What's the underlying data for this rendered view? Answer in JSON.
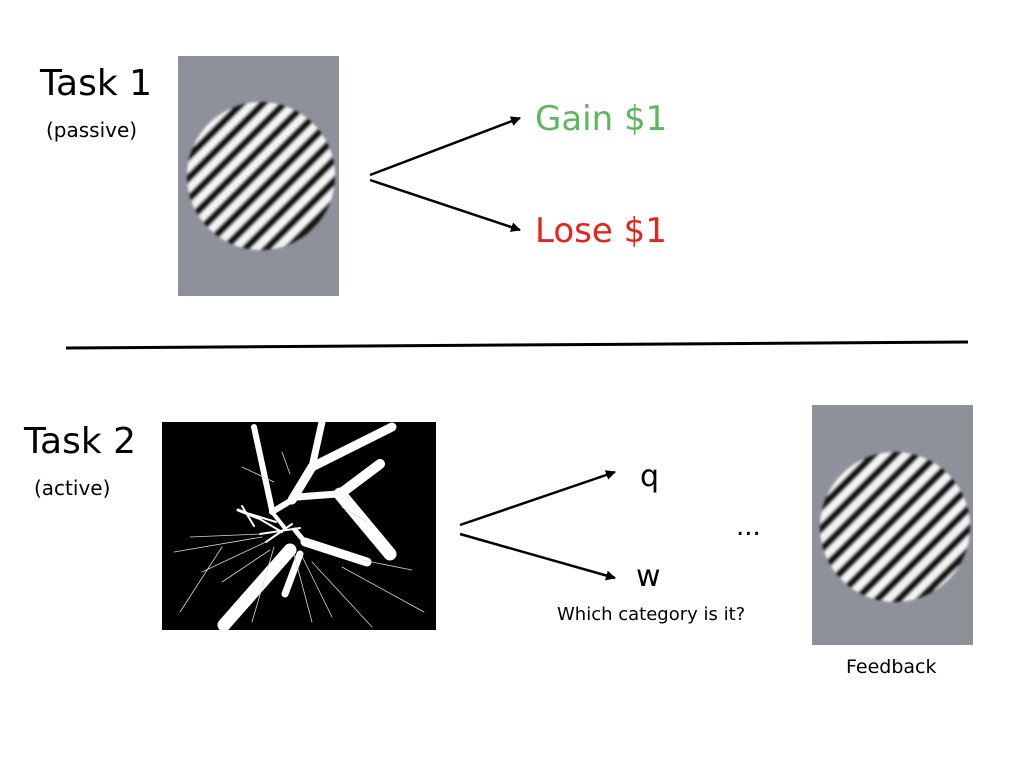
{
  "task1": {
    "title": "Task 1",
    "subtitle": "(passive)",
    "outcomes": {
      "gain": "Gain $1",
      "lose": "Lose $1"
    }
  },
  "task2": {
    "title": "Task 2",
    "subtitle": "(active)",
    "responses": {
      "q": "q",
      "w": "w"
    },
    "ellipsis": "...",
    "question": "Which category is it?",
    "feedback_label": "Feedback"
  },
  "colors": {
    "gain": "#5cb85c",
    "lose": "#e8231b",
    "panel_bg": "#8e919a"
  }
}
